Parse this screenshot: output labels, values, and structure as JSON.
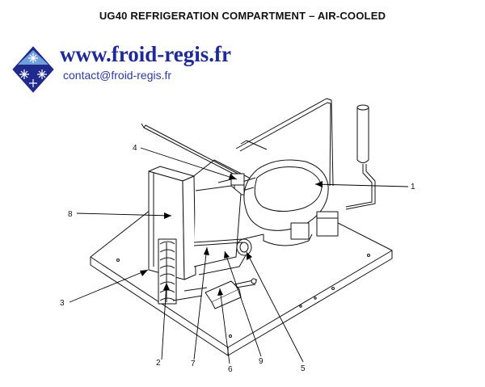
{
  "title": "UG40 REFRIGERATION COMPARTMENT – AIR-COOLED",
  "header": {
    "site_url": "www.froid-regis.fr",
    "contact_email": "contact@froid-regis.fr",
    "logo_icon": "snowflake-diamond-logo"
  },
  "callouts": [
    {
      "id": "1",
      "label": "1"
    },
    {
      "id": "2",
      "label": "2"
    },
    {
      "id": "3",
      "label": "3"
    },
    {
      "id": "4",
      "label": "4"
    },
    {
      "id": "5",
      "label": "5"
    },
    {
      "id": "6",
      "label": "6"
    },
    {
      "id": "7",
      "label": "7"
    },
    {
      "id": "8",
      "label": "8"
    },
    {
      "id": "9",
      "label": "9"
    }
  ]
}
